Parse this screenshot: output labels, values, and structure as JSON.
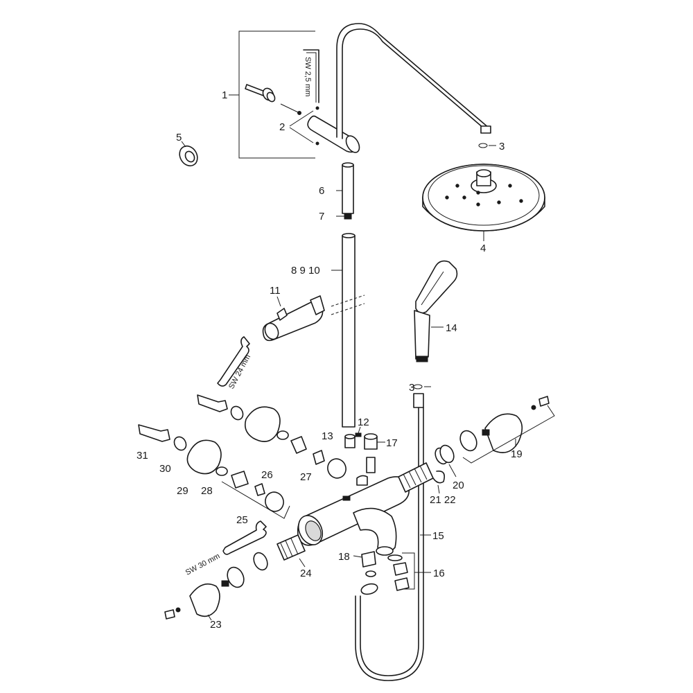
{
  "callouts": {
    "c1": "1",
    "c2": "2",
    "c3a": "3",
    "c3b": "3",
    "c4": "4",
    "c5": "5",
    "c6": "6",
    "c7": "7",
    "c8910": "8 9 10",
    "c11": "11",
    "c12": "12",
    "c13": "13",
    "c14": "14",
    "c15": "15",
    "c16": "16",
    "c17": "17",
    "c18": "18",
    "c19": "19",
    "c20": "20",
    "c2122": "21 22",
    "c23": "23",
    "c24": "24",
    "c25": "25",
    "c26": "26",
    "c27": "27",
    "c28": "28",
    "c29": "29",
    "c30": "30",
    "c31": "31"
  },
  "tool_labels": {
    "allen_key": "SW 2,5 mm",
    "wrench_24": "SW 24 mm",
    "wrench_30": "SW 30 mm"
  }
}
